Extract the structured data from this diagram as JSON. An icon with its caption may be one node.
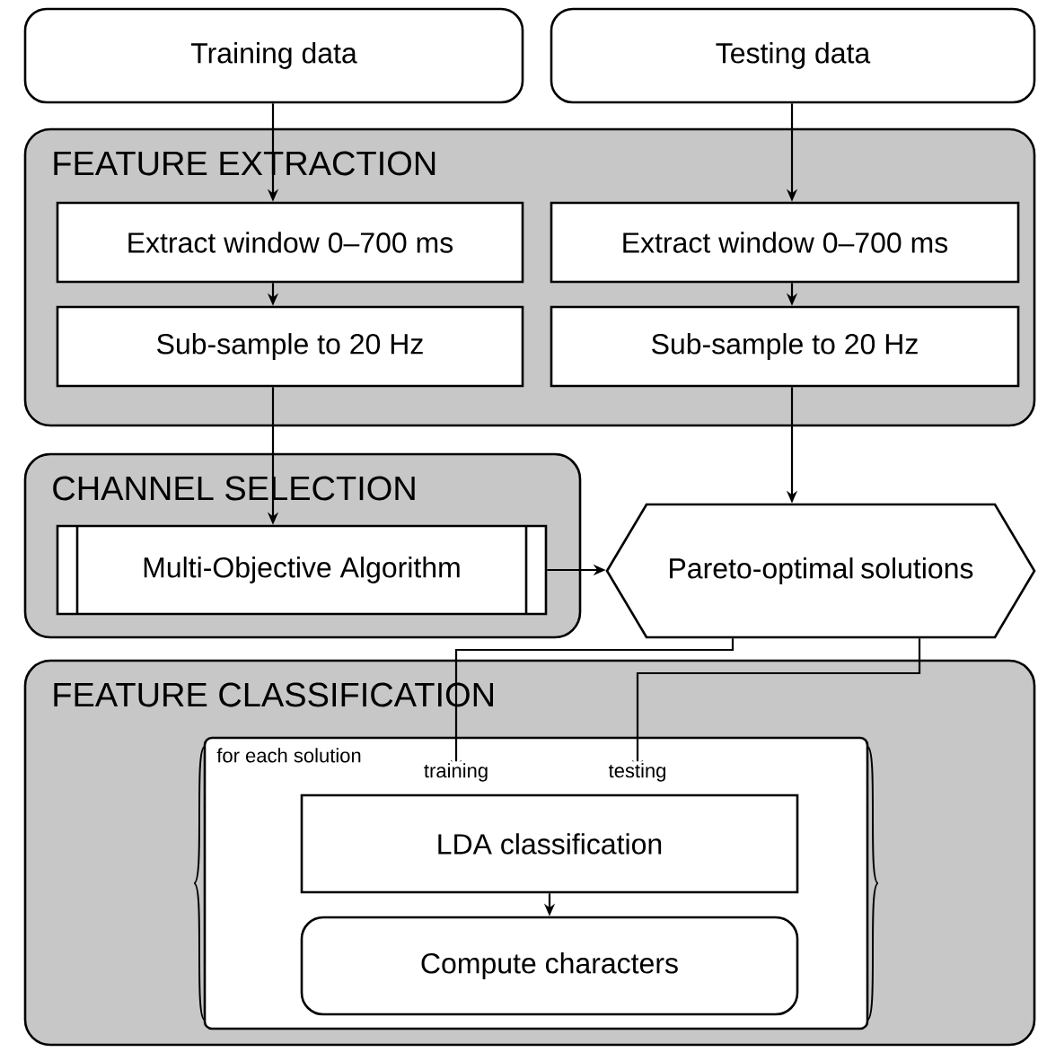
{
  "diagram": {
    "nodes": [
      {
        "text": [
          "Training data"
        ]
      },
      {
        "text": [
          "Testing data"
        ]
      },
      {
        "text": [
          "FEATURE EXTRACTION"
        ]
      },
      {
        "text": [
          "Extract window 0–700 ms"
        ],
        "in": 2
      },
      {
        "text": [
          "Sub-sample to 20 Hz"
        ],
        "in": 2
      },
      {
        "text": [
          "Extract window 0–700 ms"
        ],
        "in": 2
      },
      {
        "text": [
          "Sub-sample to 20 Hz"
        ],
        "in": 2
      },
      {
        "text": [
          "CHANNEL SELECTION"
        ]
      },
      {
        "text": [
          "Multi-Objective Algorithm"
        ],
        "in": 7
      },
      {
        "text": [
          "Pareto-optimal solutions"
        ]
      },
      {
        "text": [
          "FEATURE CLASSIFICATION"
        ]
      },
      {
        "text": [
          "for each solution"
        ],
        "in": 10
      },
      {
        "text": [
          "LDA classification"
        ],
        "in": 11
      },
      {
        "text": [
          "Compute characters"
        ],
        "in": 11
      }
    ],
    "edges": [
      {
        "from": 0,
        "to": 3,
        "arrow": "to"
      },
      {
        "from": 3,
        "to": 4,
        "arrow": "to"
      },
      {
        "from": 1,
        "to": 5,
        "arrow": "to"
      },
      {
        "from": 5,
        "to": 6,
        "arrow": "to"
      },
      {
        "from": 4,
        "to": 8,
        "arrow": "to"
      },
      {
        "from": 6,
        "to": 9,
        "arrow": "to"
      },
      {
        "from": 8,
        "to": 9,
        "arrow": "to"
      },
      {
        "from": 9,
        "to": 12,
        "arrow": "to",
        "label": "training"
      },
      {
        "from": 9,
        "to": 12,
        "arrow": "to",
        "label": "testing"
      },
      {
        "from": 12,
        "to": 13,
        "arrow": "to"
      }
    ]
  }
}
